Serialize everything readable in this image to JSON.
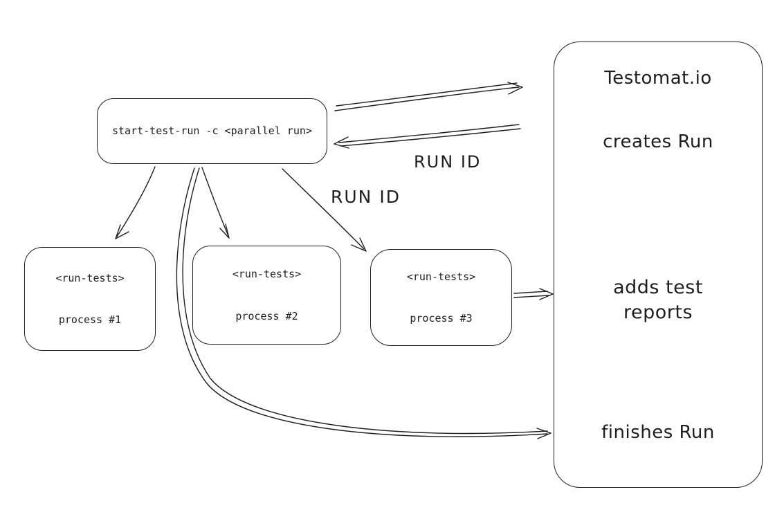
{
  "canvas": {
    "background": "#ffffff",
    "stroke_color": "#1e1e1e"
  },
  "start_box": {
    "label": "start-test-run -c <parallel run>"
  },
  "process_boxes": [
    {
      "line1": "<run-tests>",
      "line2": "process #1"
    },
    {
      "line1": "<run-tests>",
      "line2": "process #2"
    },
    {
      "line1": "<run-tests>",
      "line2": "process #3"
    }
  ],
  "testomat": {
    "title": "Testomat.io",
    "creates": "creates Run",
    "adds": "adds test reports",
    "finishes": "finishes Run"
  },
  "labels": {
    "run_id_return": "RUN ID",
    "run_id_branch": "RUN ID"
  }
}
